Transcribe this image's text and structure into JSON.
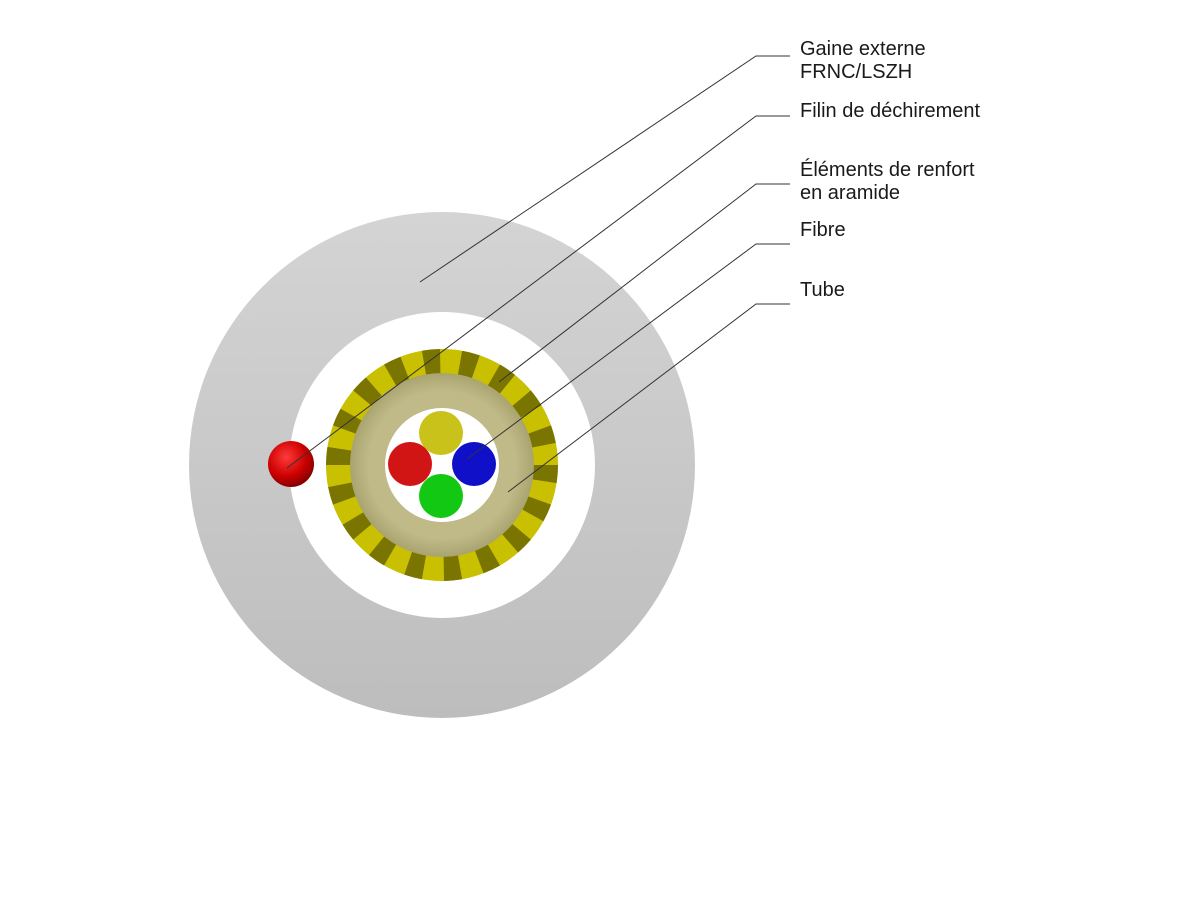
{
  "labels": {
    "outer_sheath": {
      "line1": "Gaine externe",
      "line2": "FRNC/LSZH"
    },
    "ripcord": {
      "line1": "Filin de déchirement"
    },
    "aramid": {
      "line1": "Éléments de renfort",
      "line2": "en aramide"
    },
    "fibre": {
      "line1": "Fibre"
    },
    "tube": {
      "line1": "Tube"
    }
  },
  "colors": {
    "outer_sheath": "#cccccc",
    "tube": "#bdb885",
    "aramid": "#c9c000",
    "ripcord": "#d10000",
    "fibres": [
      "#c8c21a",
      "#d11414",
      "#1010c8",
      "#12c812"
    ]
  },
  "fibre_count": 4
}
